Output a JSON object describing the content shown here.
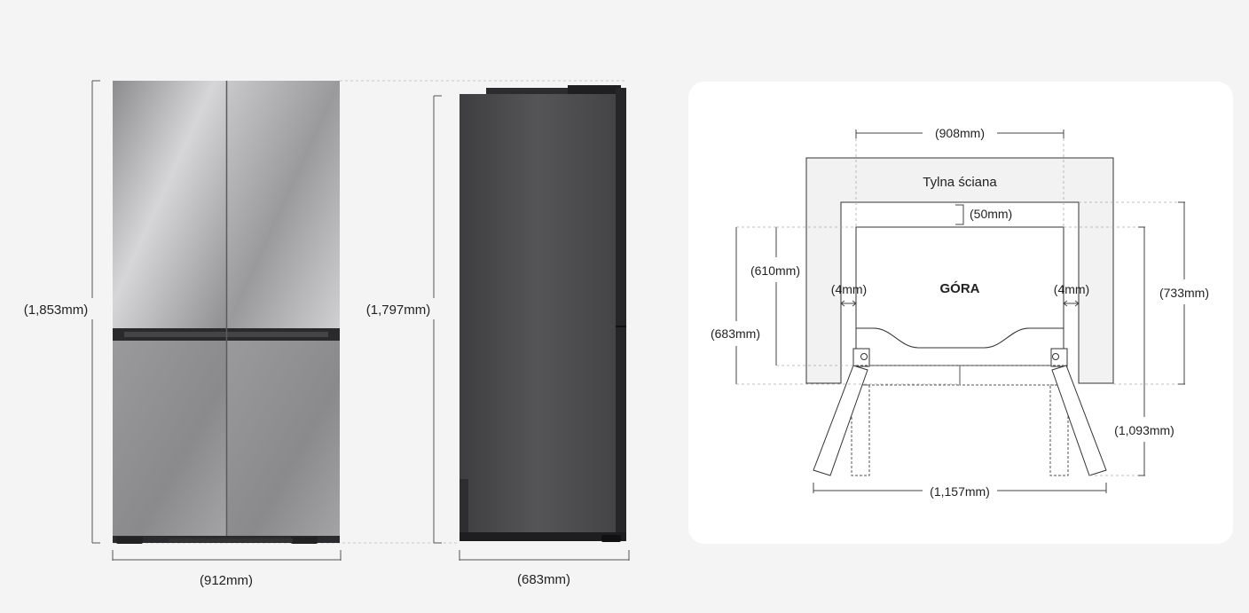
{
  "front_view": {
    "height_label": "(1,853mm)",
    "width_label": "(912mm)"
  },
  "side_view": {
    "height_label": "(1,797mm)",
    "depth_label": "(683mm)"
  },
  "top_view": {
    "back_wall_label": "Tylna ściana",
    "top_label": "GÓRA",
    "width_908": "(908mm)",
    "gap_50": "(50mm)",
    "depth_610": "(610mm)",
    "depth_683": "(683mm)",
    "side_gap_left": "(4mm)",
    "side_gap_right": "(4mm)",
    "depth_733": "(733mm)",
    "depth_1093": "(1,093mm)",
    "width_1157": "(1,157mm)"
  },
  "colors": {
    "page_bg": "#f4f4f4",
    "panel_bg": "#ffffff",
    "wall_fill": "#f2f2f2",
    "door_light": "#c2c2c4",
    "door_dark": "#8f8f91",
    "side_body": "#4a4a4c"
  }
}
